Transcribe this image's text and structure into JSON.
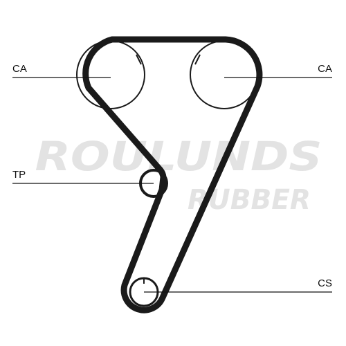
{
  "diagram": {
    "labels": {
      "cam_left": "CA",
      "cam_right": "CA",
      "tensioner": "TP",
      "crankshaft": "CS"
    },
    "watermark": {
      "line1": "ROULUNDS",
      "line2": "RUBBER"
    }
  },
  "colors": {
    "belt": "#1a1a1a",
    "pulley": "#1a1a1a",
    "leader_lines": "#111111",
    "watermark": "#e3e3e3",
    "background": "#ffffff"
  }
}
